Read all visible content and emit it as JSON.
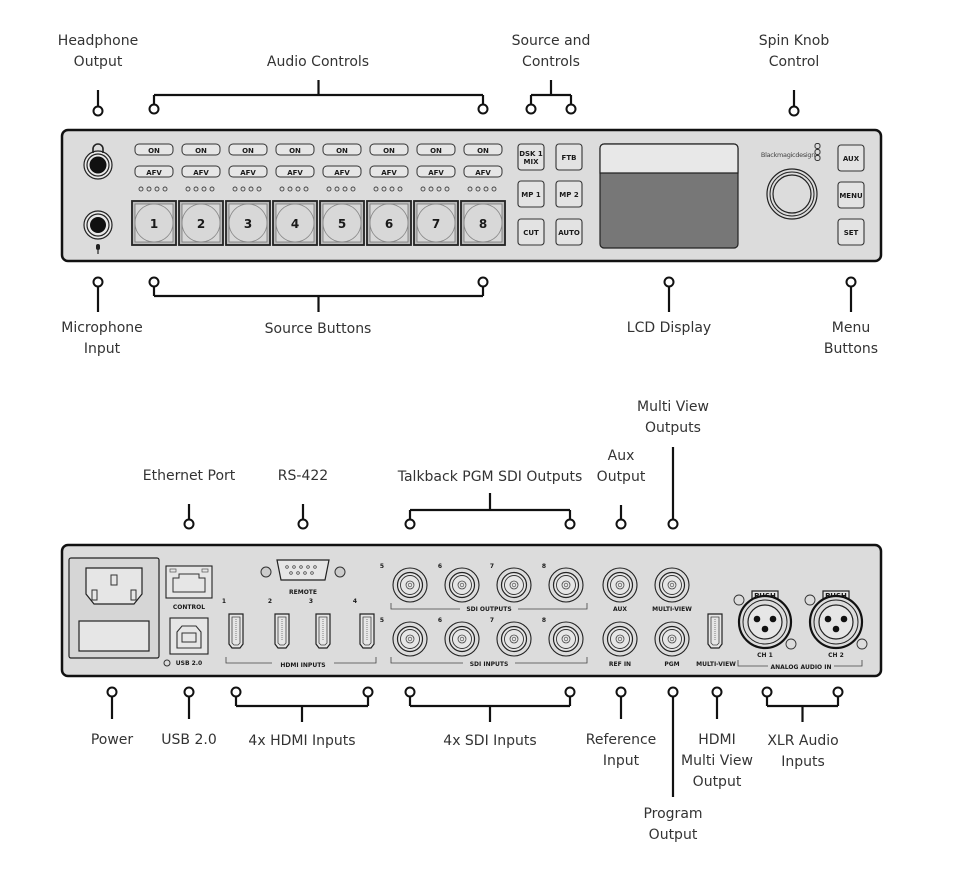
{
  "front": {
    "labels": {
      "headphone": [
        "Headphone",
        "Output"
      ],
      "audio_controls": [
        "Audio Controls"
      ],
      "source_and_controls": [
        "Source and",
        "Controls"
      ],
      "spin_knob": [
        "Spin Knob",
        "Control"
      ],
      "microphone": [
        "Microphone",
        "Input"
      ],
      "source_buttons": [
        "Source Buttons"
      ],
      "lcd": [
        "LCD Display"
      ],
      "menu_buttons": [
        "Menu",
        "Buttons"
      ]
    },
    "on_label": "ON",
    "afv_label": "AFV",
    "channels": [
      "1",
      "2",
      "3",
      "4",
      "5",
      "6",
      "7",
      "8"
    ],
    "control_buttons": [
      {
        "label": "DSK 1\nMIX",
        "lines": [
          "DSK 1",
          "MIX"
        ]
      },
      {
        "label": "FTB",
        "lines": [
          "FTB"
        ]
      },
      {
        "label": "MP 1",
        "lines": [
          "MP 1"
        ]
      },
      {
        "label": "MP 2",
        "lines": [
          "MP 2"
        ]
      },
      {
        "label": "CUT",
        "lines": [
          "CUT"
        ]
      },
      {
        "label": "AUTO",
        "lines": [
          "AUTO"
        ]
      }
    ],
    "brand": "Blackmagicdesign",
    "menu_buttons": [
      "AUX",
      "MENU",
      "SET"
    ]
  },
  "rear": {
    "labels": {
      "ethernet": [
        "Ethernet Port"
      ],
      "rs422": [
        "RS-422"
      ],
      "talkback": [
        "Talkback PGM SDI Outputs"
      ],
      "aux_output": [
        "Aux",
        "Output"
      ],
      "multiview_outputs": [
        "Multi View",
        "Outputs"
      ],
      "power": [
        "Power"
      ],
      "usb": [
        "USB 2.0"
      ],
      "hdmi_inputs": [
        "4x HDMI Inputs"
      ],
      "sdi_inputs": [
        "4x SDI Inputs"
      ],
      "reference": [
        "Reference",
        "Input"
      ],
      "program": [
        "Program",
        "Output"
      ],
      "hdmi_multiview": [
        "HDMI",
        "Multi View",
        "Output"
      ],
      "xlr": [
        "XLR Audio",
        "Inputs"
      ]
    },
    "panel_text": {
      "control": "CONTROL",
      "usb": "USB 2.0",
      "remote": "REMOTE",
      "hdmi_inputs": "HDMI INPUTS",
      "hdmi_numbers": [
        "1",
        "2",
        "3",
        "4"
      ],
      "sdi_outputs": "SDI OUTPUTS",
      "sdi_inputs": "SDI INPUTS",
      "sdi_numbers": [
        "5",
        "6",
        "7",
        "8"
      ],
      "aux": "AUX",
      "multiview": "MULTI-VIEW",
      "ref_in": "REF IN",
      "pgm": "PGM",
      "hdmi_multiview": "MULTI-VIEW",
      "push": "PUSH",
      "ch1": "CH 1",
      "ch2": "CH 2",
      "analog_audio_in": "ANALOG AUDIO IN"
    }
  }
}
